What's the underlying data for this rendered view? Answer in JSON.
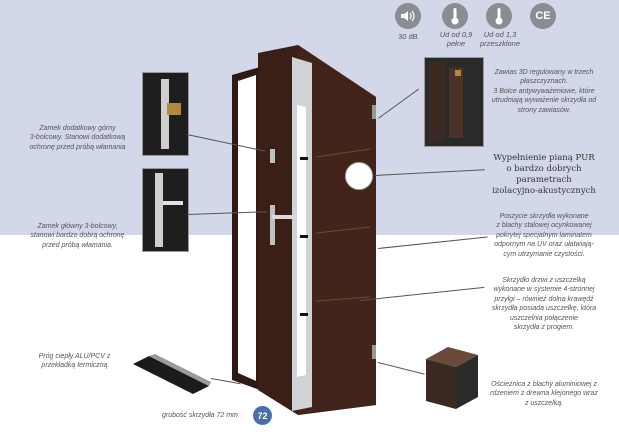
{
  "features": [
    {
      "icon": "speaker-icon",
      "glyph": "◀))",
      "label": "30 dB"
    },
    {
      "icon": "thermometer-icon",
      "glyph": "🌡",
      "label": "Ud od 0,9\npełne"
    },
    {
      "icon": "thermometer-icon",
      "glyph": "🌡",
      "label": "Ud od 1,3\nprzeszklone"
    },
    {
      "icon": "ce-mark-icon",
      "glyph": "CE",
      "label": ""
    }
  ],
  "notes": {
    "lock_upper": "Zamek dodatkowy górny\n3-bolcowy. Stanowi dodatkową\nochronę przed próbą włamania",
    "lock_main": "Zamek główny 3-bolcowy,\nstanowi bardzo dobrą ochronę\nprzed próbą włamania.",
    "threshold": "Próg ciepły ALU/PCV z\nprzekładką termiczną",
    "thickness": "grubość skrzydła 72 mm",
    "thickness_badge": "72",
    "hinge": "Zawias 3D regulowany w trzech\npłaszczyznach.\n3 Bolce antywyważeniowe, które\nutrudniają wyważenie skrzydła od\nstrony zawiasów.",
    "filling": "Wypełnienie pianą PUR\no bardzo dobrych parametrach\nizolacyjno-akustycznych",
    "coating": "Poszycie skrzydła wykonane\nz blachy stalowej ocynkowanej\npokrytej specjalnym laminatem\nodpornym na UV oraz ułatwiają-\ncym utrzymanie czystości.",
    "gasket": "Skrzydło drzwi z uszczelką\nwykonane w systemie 4-stronnej\nprzylgi – również dolna krawędź\nskrzydła posiada uszczelkę, która\nuszczelnia połączenie\nskrzydła z progiem.",
    "frame": "Ościeżnica z blachy aluminiowej z\nrdzeniem z drewna klejonego wraz\nz uszczelką."
  },
  "colors": {
    "top_band": "#d3d7ea",
    "door_wood": "#3a1f17",
    "door_stripe": "#cfd2d6",
    "badge": "#4a6fa5"
  }
}
